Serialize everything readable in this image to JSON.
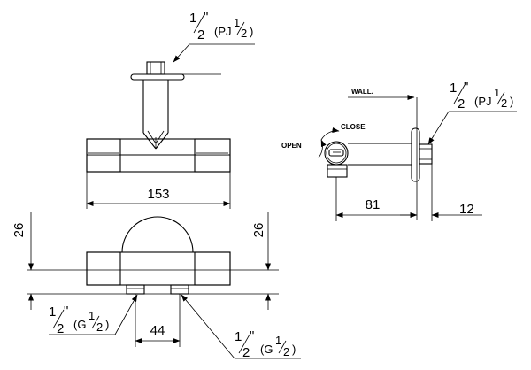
{
  "top_view": {
    "inlet_label": {
      "whole": "1",
      "over": "2",
      "inch": "\"",
      "thread_prefix": "(PJ",
      "thread_whole": "1",
      "thread_over": "2",
      "thread_suffix": ")"
    },
    "width_dim": "153"
  },
  "side_view": {
    "wall_label": "WALL.",
    "close_label": "CLOSE",
    "open_label": "OPEN",
    "outlet_label": {
      "whole": "1",
      "over": "2",
      "inch": "\"",
      "thread_prefix": "(PJ",
      "thread_whole": "1",
      "thread_over": "2",
      "thread_suffix": ")"
    },
    "depth_dim": "81",
    "flange_dim": "12"
  },
  "front_view": {
    "left_height_dim": "26",
    "right_height_dim": "26",
    "spacing_dim": "44",
    "left_outlet_label": {
      "whole": "1",
      "over": "2",
      "inch": "\"",
      "thread_prefix": "(G",
      "thread_whole": "1",
      "thread_over": "2",
      "thread_suffix": ")"
    },
    "right_outlet_label": {
      "whole": "1",
      "over": "2",
      "inch": "\"",
      "thread_prefix": "(G",
      "thread_whole": "1",
      "thread_over": "2",
      "thread_suffix": ")"
    }
  }
}
